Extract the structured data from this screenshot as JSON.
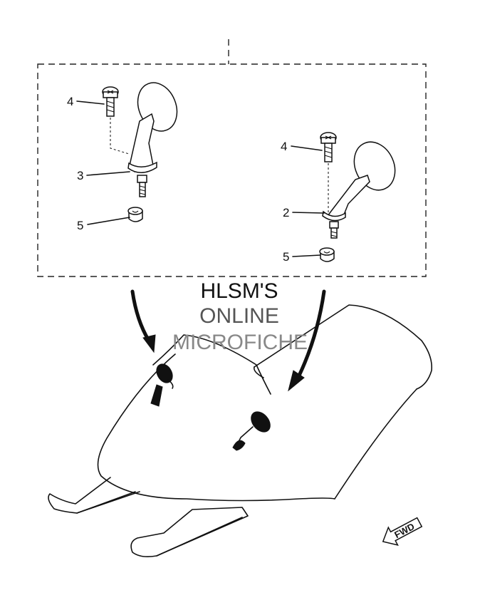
{
  "watermark": {
    "line1": "HLSM'S",
    "line2": "ONLINE",
    "line3": "MICROFICHE",
    "color1": "#111111",
    "color2": "#555555",
    "color3": "#888888"
  },
  "callouts": {
    "left_bolt": "4",
    "left_mirror": "3",
    "left_nut": "5",
    "right_bolt": "4",
    "right_mirror": "2",
    "right_nut": "5"
  },
  "fwd_label": "FWD",
  "icons": {
    "direction": "fwd-arrow-icon"
  }
}
